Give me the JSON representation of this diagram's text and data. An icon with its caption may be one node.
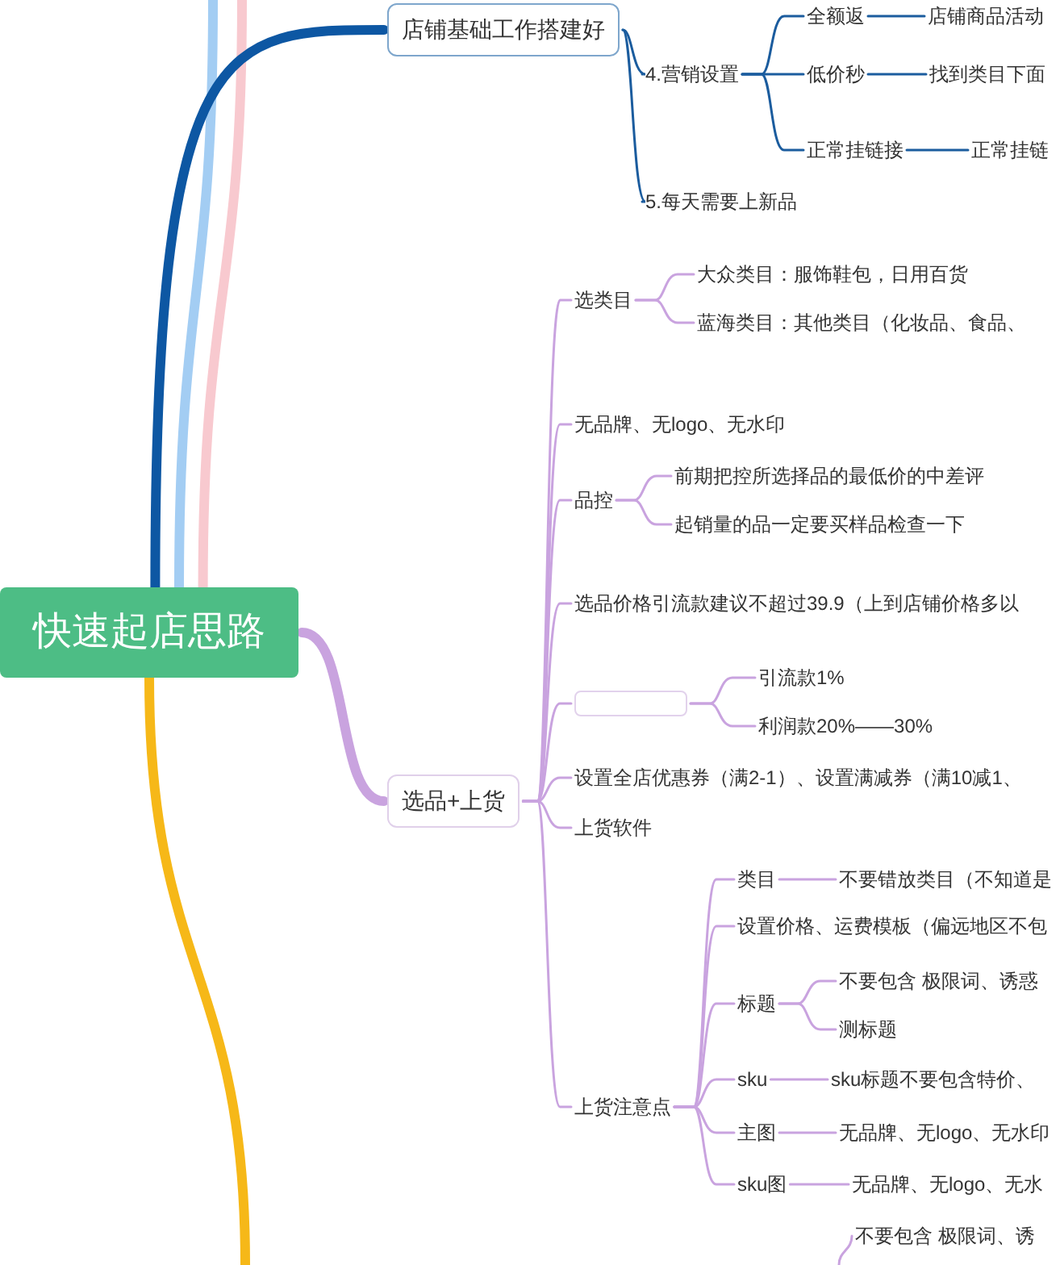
{
  "diagram": {
    "nodes": [
      {
        "text": [
          "快速起店思路"
        ]
      },
      {
        "text": [
          "店铺基础工作搭建好"
        ]
      },
      {
        "text": [
          "4.营销设置"
        ]
      },
      {
        "text": [
          "全额返"
        ]
      },
      {
        "text": [
          "店铺商品活动"
        ]
      },
      {
        "text": [
          "低价秒"
        ]
      },
      {
        "text": [
          "找到类目下面"
        ]
      },
      {
        "text": [
          "正常挂链接"
        ]
      },
      {
        "text": [
          "正常挂链"
        ]
      },
      {
        "text": [
          "5.每天需要上新品"
        ]
      },
      {
        "text": [
          "选品+上货"
        ]
      },
      {
        "text": [
          "选类目"
        ]
      },
      {
        "text": [
          "大众类目：服饰鞋包，日用百货"
        ]
      },
      {
        "text": [
          "蓝海类目：其他类目（化妆品、食品、"
        ]
      },
      {
        "text": [
          "无品牌、无logo、无水印"
        ]
      },
      {
        "text": [
          "品控"
        ]
      },
      {
        "text": [
          "前期把控所选择品的最低价的中差评"
        ]
      },
      {
        "text": [
          "起销量的品一定要买样品检查一下"
        ]
      },
      {
        "text": [
          "选品价格引流款建议不超过39.9（上到店铺价格多以"
        ]
      },
      {
        "text": [],
        "shape": "box"
      },
      {
        "text": [
          "引流款1%"
        ]
      },
      {
        "text": [
          "利润款20%——30%"
        ]
      },
      {
        "text": [
          "设置全店优惠券（满2-1）、设置满减券（满10减1、"
        ]
      },
      {
        "text": [
          "上货软件"
        ]
      },
      {
        "text": [
          "上货注意点"
        ]
      },
      {
        "text": [
          "类目"
        ]
      },
      {
        "text": [
          "不要错放类目（不知道是"
        ]
      },
      {
        "text": [
          "设置价格、运费模板（偏远地区不包"
        ]
      },
      {
        "text": [
          "标题"
        ]
      },
      {
        "text": [
          "不要包含 极限词、诱惑"
        ]
      },
      {
        "text": [
          "测标题"
        ]
      },
      {
        "text": [
          "sku"
        ]
      },
      {
        "text": [
          "sku标题不要包含特价、"
        ]
      },
      {
        "text": [
          "主图"
        ]
      },
      {
        "text": [
          "无品牌、无logo、无水印"
        ]
      },
      {
        "text": [
          "sku图"
        ]
      },
      {
        "text": [
          "无品牌、无logo、无水"
        ]
      },
      {
        "text": [
          "不要包含 极限词、诱"
        ]
      }
    ],
    "edges": [
      {
        "from": 0,
        "to": null,
        "arrow": "none",
        "style": "thick",
        "color": "#a3cdf3"
      },
      {
        "from": 0,
        "to": null,
        "arrow": "none",
        "style": "thick",
        "color": "#f8c9cf"
      },
      {
        "from": 0,
        "to": 1,
        "arrow": "none",
        "style": "thick",
        "color": "#0d57a3"
      },
      {
        "from": 1,
        "to": 2,
        "arrow": "none",
        "color": "#1b5c9e"
      },
      {
        "from": 1,
        "to": 9,
        "arrow": "none",
        "color": "#1b5c9e"
      },
      {
        "from": 2,
        "to": 3,
        "arrow": "none",
        "color": "#1b5c9e"
      },
      {
        "from": 2,
        "to": 5,
        "arrow": "none",
        "color": "#1b5c9e"
      },
      {
        "from": 2,
        "to": 7,
        "arrow": "none",
        "color": "#1b5c9e"
      },
      {
        "from": 3,
        "to": 4,
        "arrow": "none",
        "color": "#1b5c9e"
      },
      {
        "from": 5,
        "to": 6,
        "arrow": "none",
        "color": "#1b5c9e"
      },
      {
        "from": 7,
        "to": 8,
        "arrow": "none",
        "color": "#1b5c9e"
      },
      {
        "from": 0,
        "to": 10,
        "arrow": "none",
        "style": "thick"
      },
      {
        "from": 0,
        "to": null,
        "arrow": "none",
        "style": "thick",
        "color": "#f6b818"
      },
      {
        "from": 10,
        "to": 11,
        "arrow": "none"
      },
      {
        "from": 11,
        "to": 12,
        "arrow": "none"
      },
      {
        "from": 11,
        "to": 13,
        "arrow": "none"
      },
      {
        "from": 10,
        "to": 14,
        "arrow": "none"
      },
      {
        "from": 10,
        "to": 15,
        "arrow": "none"
      },
      {
        "from": 15,
        "to": 16,
        "arrow": "none"
      },
      {
        "from": 15,
        "to": 17,
        "arrow": "none"
      },
      {
        "from": 10,
        "to": 18,
        "arrow": "none"
      },
      {
        "from": 10,
        "to": 19,
        "arrow": "none"
      },
      {
        "from": 19,
        "to": 20,
        "arrow": "none"
      },
      {
        "from": 19,
        "to": 21,
        "arrow": "none"
      },
      {
        "from": 10,
        "to": 22,
        "arrow": "none"
      },
      {
        "from": 10,
        "to": 23,
        "arrow": "none"
      },
      {
        "from": 10,
        "to": 24,
        "arrow": "none"
      },
      {
        "from": 24,
        "to": 25,
        "arrow": "none"
      },
      {
        "from": 25,
        "to": 26,
        "arrow": "none"
      },
      {
        "from": 24,
        "to": 27,
        "arrow": "none"
      },
      {
        "from": 24,
        "to": 28,
        "arrow": "none"
      },
      {
        "from": 28,
        "to": 29,
        "arrow": "none"
      },
      {
        "from": 28,
        "to": 30,
        "arrow": "none"
      },
      {
        "from": 24,
        "to": 31,
        "arrow": "none"
      },
      {
        "from": 31,
        "to": 32,
        "arrow": "none"
      },
      {
        "from": 24,
        "to": 33,
        "arrow": "none"
      },
      {
        "from": 33,
        "to": 34,
        "arrow": "none"
      },
      {
        "from": 24,
        "to": 35,
        "arrow": "none"
      },
      {
        "from": 35,
        "to": 36,
        "arrow": "none"
      },
      {
        "from": null,
        "to": 37,
        "arrow": "none"
      }
    ]
  }
}
